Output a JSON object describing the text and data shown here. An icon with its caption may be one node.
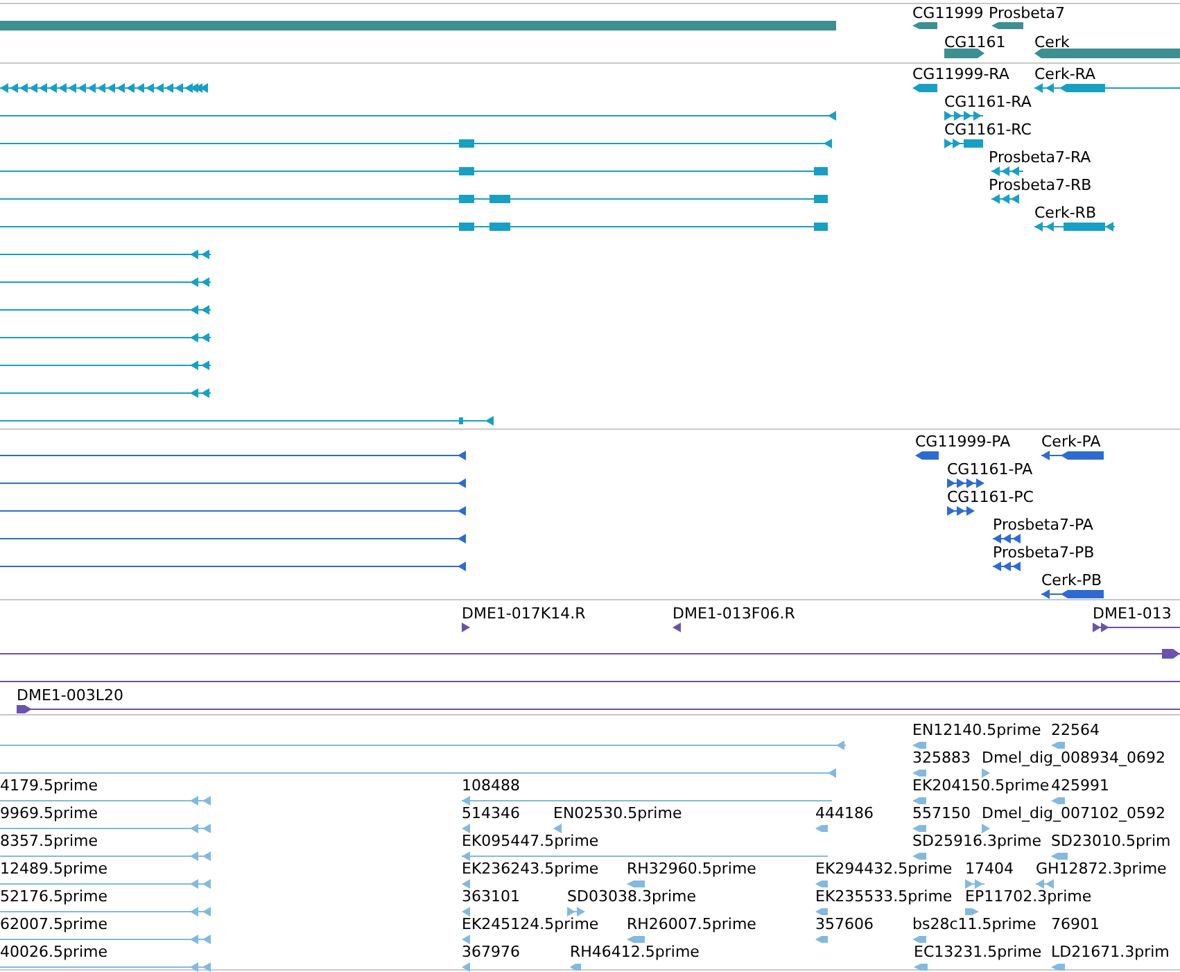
{
  "diagram": {
    "labels": [
      "CG11999",
      "Prosbeta7",
      "CG1161",
      "Cerk",
      "CG11999-RA",
      "Cerk-RA",
      "CG1161-RA",
      "CG1161-RC",
      "Prosbeta7-RA",
      "Prosbeta7-RB",
      "Cerk-RB",
      "CG11999-PA",
      "Cerk-PA",
      "CG1161-PA",
      "CG1161-PC",
      "Prosbeta7-PA",
      "Prosbeta7-PB",
      "Cerk-PB",
      "DME1-017K14.R",
      "DME1-013F06.R",
      "DME1-013",
      "DME1-003L20",
      "EN12140.5prime",
      "22564",
      "325883",
      "Dmel_dig_008934_0692",
      "4179.5prime",
      "108488",
      "EK204150.5prime",
      "425991",
      "9969.5prime",
      "514346",
      "EN02530.5prime",
      "444186",
      "557150",
      "Dmel_dig_007102_0592",
      "8357.5prime",
      "EK095447.5prime",
      "SD25916.3prime",
      "SD23010.5prim",
      "12489.5prime",
      "EK236243.5prime",
      "RH32960.5prime",
      "EK294432.5prime",
      "17404",
      "GH12872.3prime",
      "52176.5prime",
      "363101",
      "SD03038.3prime",
      "EK235533.5prime",
      "EP11702.3prime",
      "62007.5prime",
      "EK245124.5prime",
      "RH26007.5prime",
      "357606",
      "bs28c11.5prime",
      "76901",
      "40026.5prime",
      "367976",
      "RH46412.5prime",
      "EC13231.5prime",
      "LD21671.3prim"
    ]
  }
}
